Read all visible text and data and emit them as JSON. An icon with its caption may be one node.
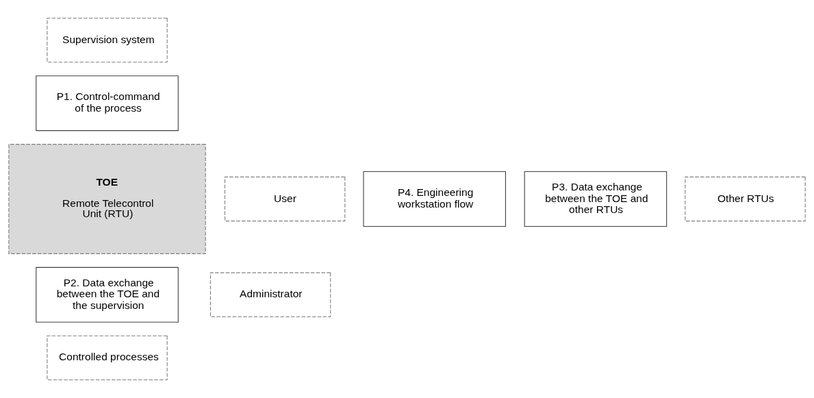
{
  "diagram": {
    "nodes": [
      {
        "text": [
          "Supervision system"
        ]
      },
      {
        "text": [
          "P1. Control-command of the process"
        ]
      },
      {
        "text": [
          "TOE",
          "Remote Telecontrol Unit (RTU)"
        ]
      },
      {
        "text": [
          "User"
        ]
      },
      {
        "text": [
          "P4. Engineering workstation flow"
        ]
      },
      {
        "text": [
          "P3. Data exchange between the TOE and other RTUs"
        ]
      },
      {
        "text": [
          "Other RTUs"
        ]
      },
      {
        "text": [
          "Administrator"
        ]
      },
      {
        "text": [
          "P2. Data exchange between the TOE and the supervision"
        ]
      },
      {
        "text": [
          "Controlled processes"
        ]
      }
    ]
  }
}
